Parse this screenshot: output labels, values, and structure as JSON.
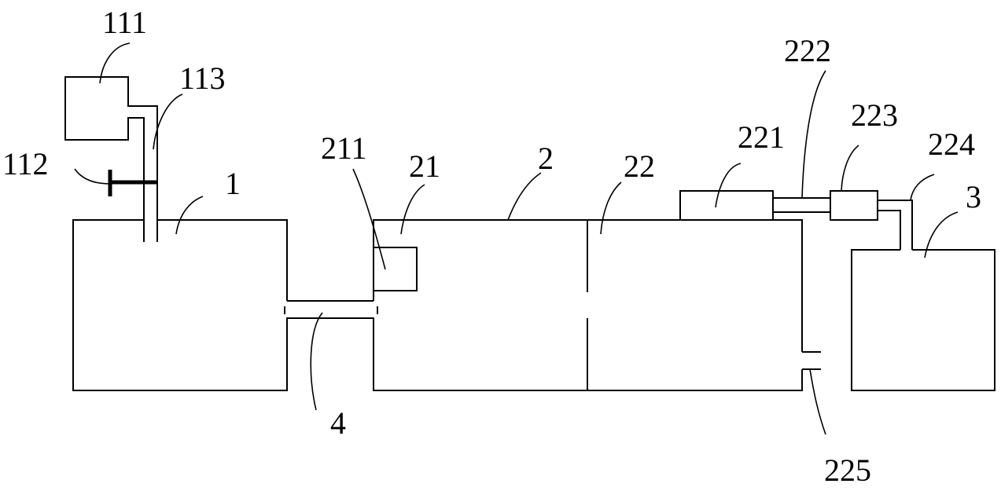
{
  "labels": {
    "l111": "111",
    "l113": "113",
    "l112": "112",
    "l1": "1",
    "l211": "211",
    "l21": "21",
    "l2": "2",
    "l22": "22",
    "l221": "221",
    "l222": "222",
    "l223": "223",
    "l224": "224",
    "l3": "3",
    "l4": "4",
    "l225": "225"
  }
}
